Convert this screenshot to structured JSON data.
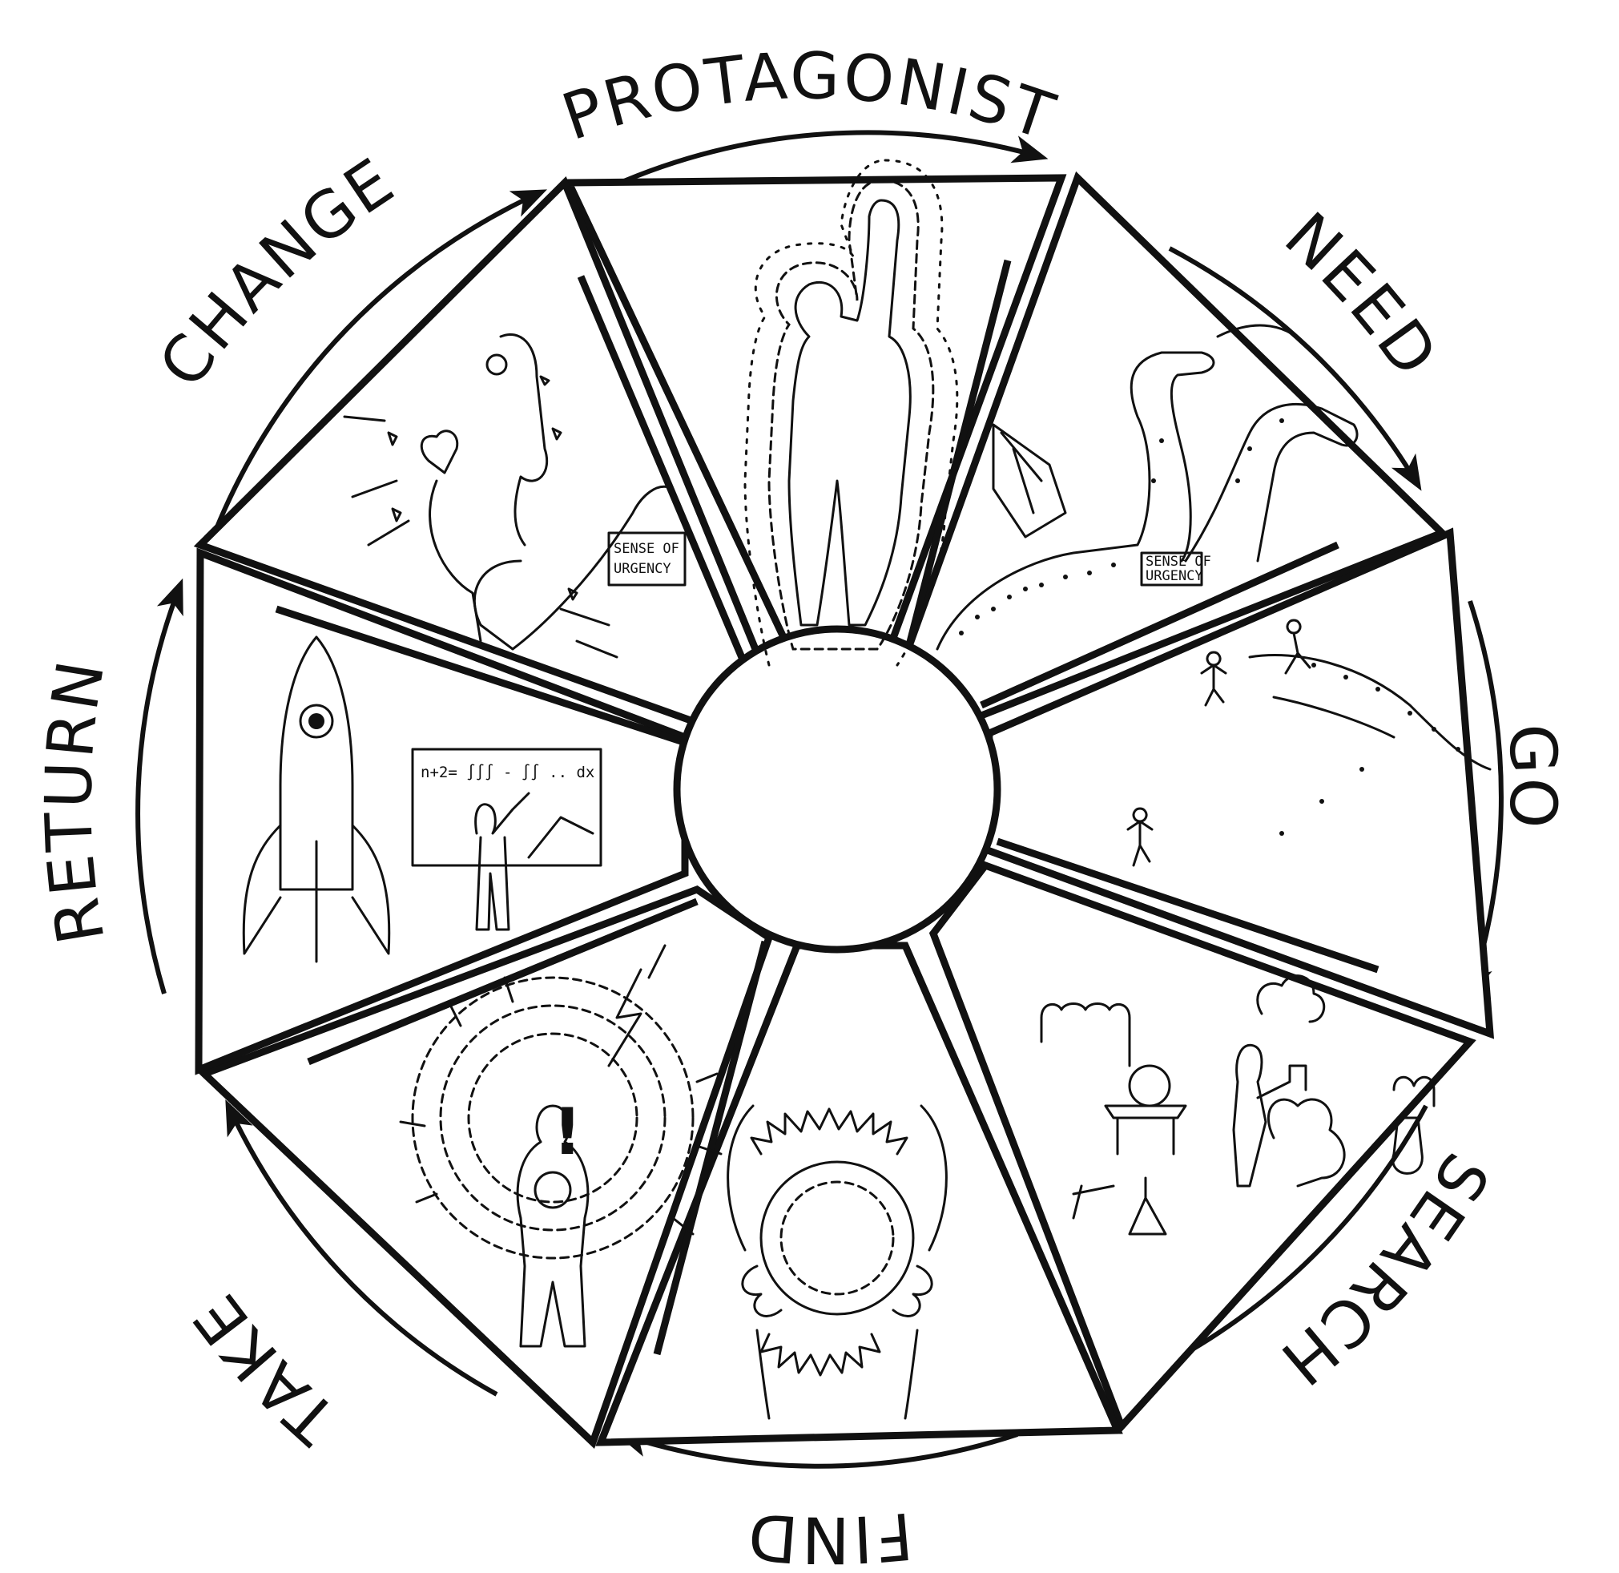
{
  "labels": {
    "protagonist": "PROTAGONIST",
    "need": "NEED",
    "go": "GO",
    "search": "SEARCH",
    "find": "FIND",
    "take": "TAKE",
    "return": "RETURN",
    "change": "CHANGE"
  },
  "signs": {
    "change_line1": "SENSE OF",
    "change_line2": "URGENCY",
    "need_line1": "SENSE OF",
    "need_line2": "URGENCY"
  },
  "board": {
    "equation": "n+2= ∫∫∫ - ∫∫ .. dx"
  },
  "icons": {
    "take": "exclamation-icon"
  }
}
